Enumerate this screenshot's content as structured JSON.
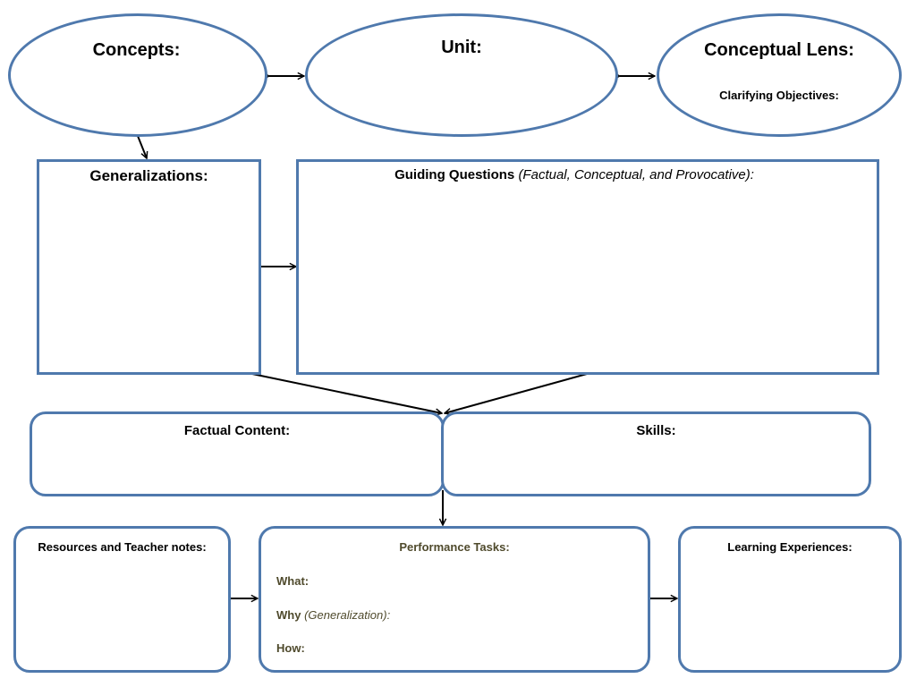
{
  "colors": {
    "border": "#4f79ad",
    "arrow": "#000000",
    "performance_text": "#4f4a2c"
  },
  "concepts": {
    "title": "Concepts:"
  },
  "unit": {
    "title": "Unit:"
  },
  "lens": {
    "title": "Conceptual Lens:",
    "subtitle": "Clarifying Objectives:"
  },
  "generalizations": {
    "title": "Generalizations:"
  },
  "guiding_questions": {
    "title": "Guiding Questions",
    "note": "(Factual, Conceptual, and Provocative):"
  },
  "factual": {
    "title": "Factual Content:"
  },
  "skills": {
    "title": "Skills:"
  },
  "resources": {
    "title": "Resources and Teacher notes:"
  },
  "performance": {
    "title": "Performance Tasks:",
    "what_label": "What:",
    "why_label": "Why",
    "why_note": "(Generalization):",
    "how_label": "How:"
  },
  "learning": {
    "title": "Learning Experiences:"
  }
}
